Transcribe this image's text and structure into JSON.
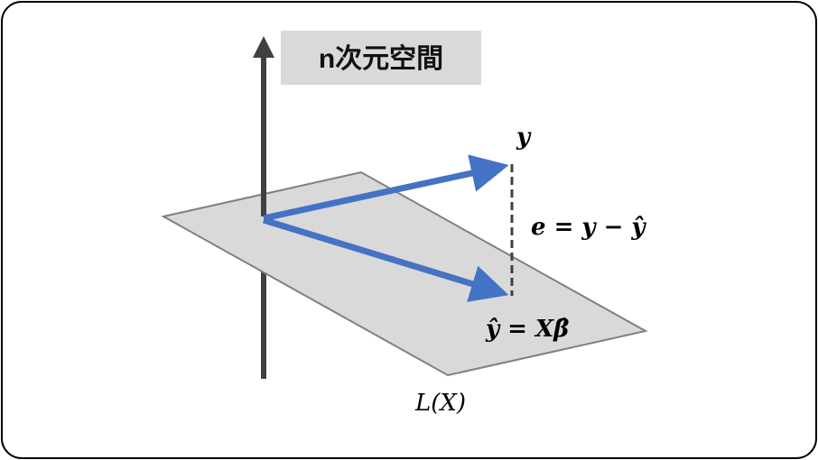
{
  "title": "n次元空間",
  "labels": {
    "y": "y",
    "residual": "e = y − ŷ",
    "fitted": "ŷ = Xβ̂",
    "subspace": "L(X)"
  },
  "colors": {
    "vector": "#4472C4",
    "axis": "#404040",
    "plane_fill": "#D9D9D9",
    "plane_edge": "#808080",
    "title_box": "#D9D9D9",
    "dashed": "#404040"
  }
}
